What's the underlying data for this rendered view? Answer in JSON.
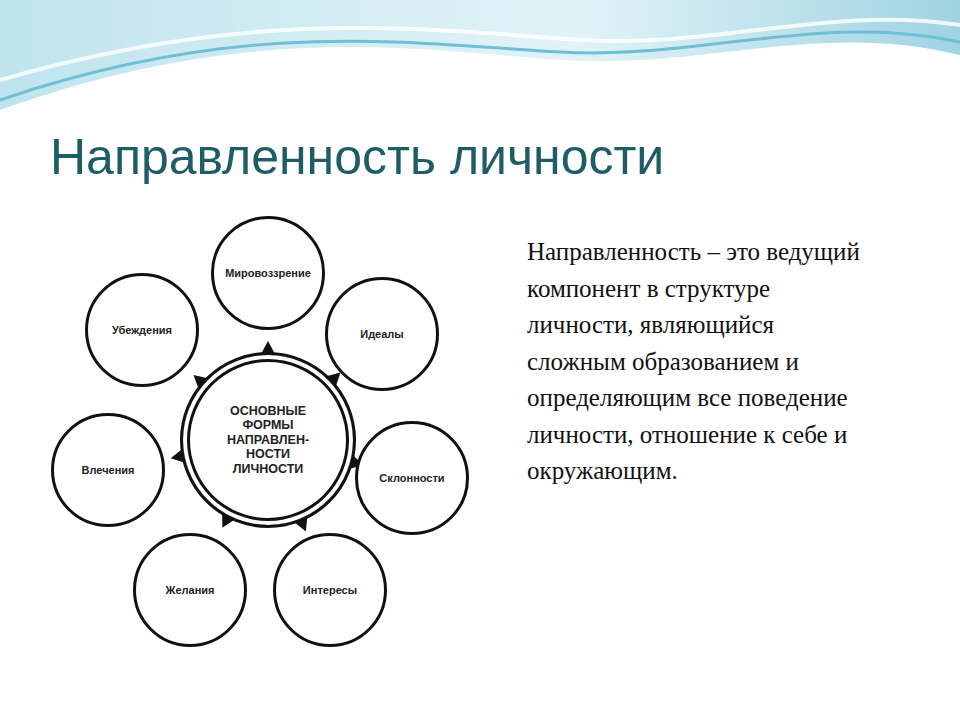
{
  "diagram": {
    "title": "Направленность личности",
    "nodes": [
      {
        "text": [
          "ОСНОВНЫЕ ФОРМЫ НАПРАВЛЕН- НОСТИ ЛИЧНОСТИ"
        ]
      },
      {
        "text": [
          "Мировоззрение"
        ]
      },
      {
        "text": [
          "Идеалы"
        ]
      },
      {
        "text": [
          "Склонности"
        ]
      },
      {
        "text": [
          "Интересы"
        ]
      },
      {
        "text": [
          "Желания"
        ]
      },
      {
        "text": [
          "Влечения"
        ]
      },
      {
        "text": [
          "Убеждения"
        ]
      }
    ],
    "labels": [
      "Направленность – это ведущий компонент в структуре личности, являющийся сложным образованием и определяющим все поведение личности, отношение к себе и окружающим."
    ]
  }
}
